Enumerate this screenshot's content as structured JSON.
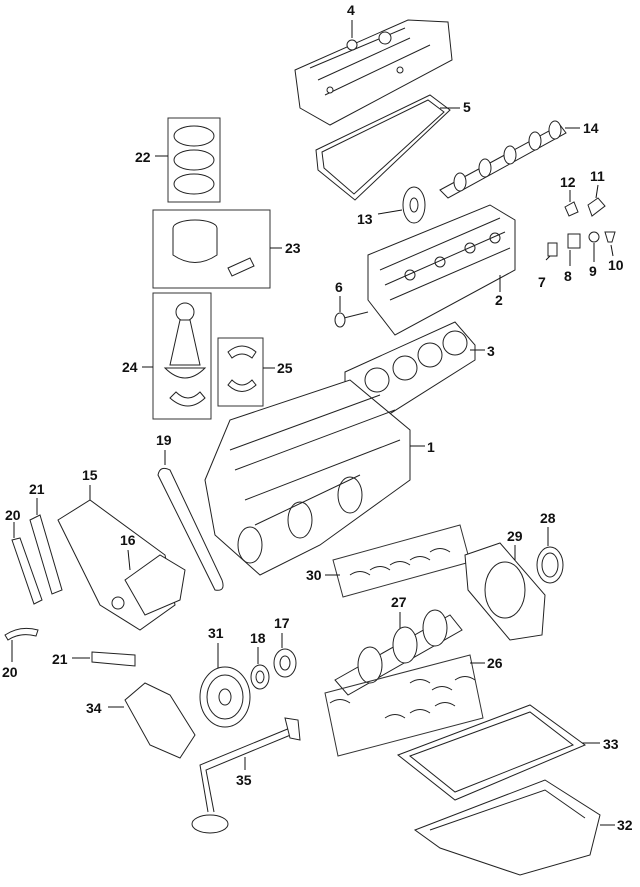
{
  "labels": {
    "p1": "1",
    "p2": "2",
    "p3": "3",
    "p4": "4",
    "p5": "5",
    "p6": "6",
    "p7": "7",
    "p8": "8",
    "p9": "9",
    "p10": "10",
    "p11": "11",
    "p12": "12",
    "p13": "13",
    "p14": "14",
    "p15": "15",
    "p16": "16",
    "p17": "17",
    "p18": "18",
    "p19": "19",
    "p20a": "20",
    "p20b": "20",
    "p21a": "21",
    "p21b": "21",
    "p22": "22",
    "p23": "23",
    "p24": "24",
    "p25": "25",
    "p26": "26",
    "p27": "27",
    "p28": "28",
    "p29": "29",
    "p30": "30",
    "p31": "31",
    "p32": "32",
    "p33": "33",
    "p34": "34",
    "p35": "35"
  }
}
